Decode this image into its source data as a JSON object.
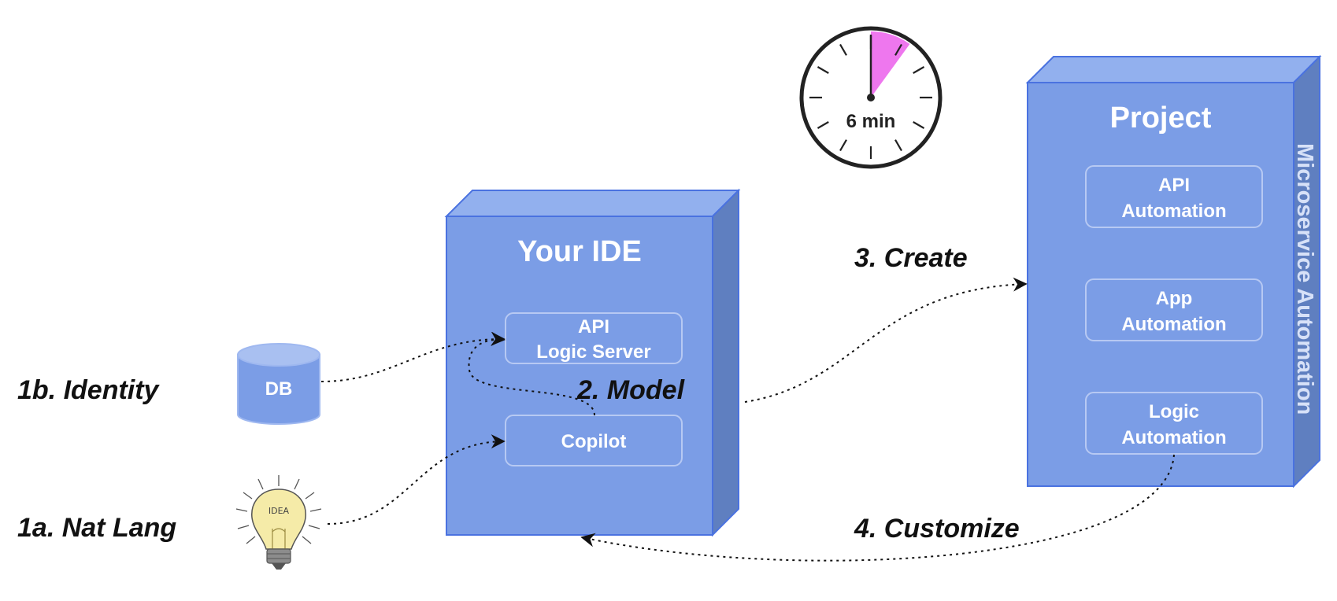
{
  "steps": {
    "identity": "1b. Identity",
    "nat_lang": "1a. Nat Lang",
    "model": "2. Model",
    "create": "3. Create",
    "customize": "4. Customize"
  },
  "db": {
    "label": "DB"
  },
  "idea_bulb": {
    "icon": "lightbulb-icon",
    "text": "IDEA"
  },
  "ide": {
    "title": "Your IDE",
    "api_logic_server": {
      "line1": "API",
      "line2": "Logic Server"
    },
    "copilot": "Copilot"
  },
  "timer": {
    "label": "6 min",
    "elapsed_minutes": 6,
    "wedge_color": "#ee77ee"
  },
  "project": {
    "title": "Project",
    "side_label": "Microservice Automation",
    "items": [
      {
        "line1": "API",
        "line2": "Automation"
      },
      {
        "line1": "App",
        "line2": "Automation"
      },
      {
        "line1": "Logic",
        "line2": "Automation"
      }
    ]
  },
  "colors": {
    "box_front": "#7b9de6",
    "box_top": "#92b0ee",
    "box_side": "#5f7fc0",
    "box_border": "#4a72e0",
    "inner_border": "#b7c9f3",
    "side_label_text": "#d7e1f8"
  }
}
